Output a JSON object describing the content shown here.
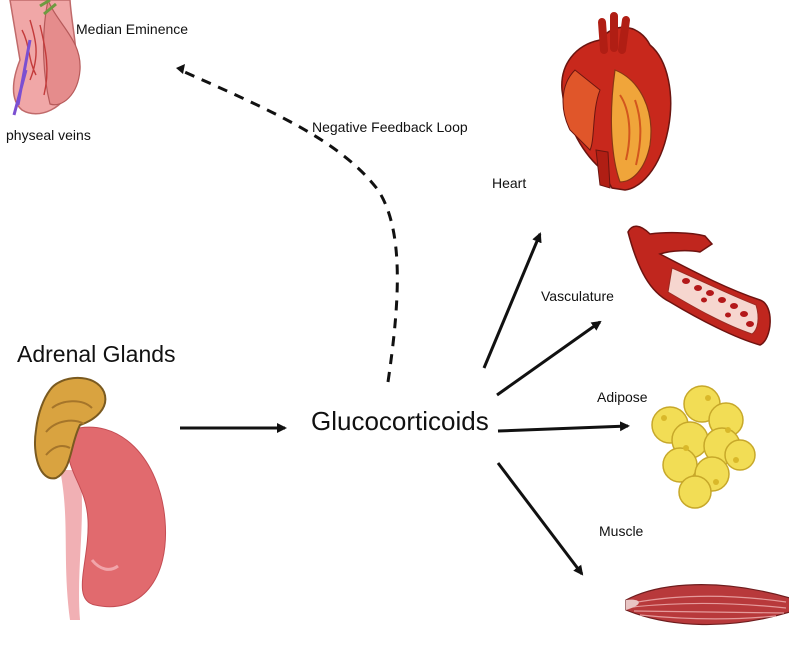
{
  "labels": {
    "median_eminence": "Median Eminence",
    "hypophyseal_veins": "physeal veins",
    "negative_feedback": "Negative Feedback Loop",
    "adrenal_glands": "Adrenal Glands",
    "glucocorticoids": "Glucocorticoids",
    "heart": "Heart",
    "vasculature": "Vasculature",
    "adipose": "Adipose",
    "muscle": "Muscle"
  },
  "colors": {
    "arrow": "#111111",
    "heart_red": "#c8281c",
    "heart_orange": "#f0a53a",
    "vessel_red": "#c0261e",
    "fat_yellow": "#f2dd55",
    "muscle_red": "#b8393b",
    "kidney_pink": "#e16a6e",
    "adrenal_gold": "#d9a340",
    "pituitary_pink": "#f0a7a7"
  },
  "icons": [
    "pituitary-icon",
    "heart-icon",
    "blood-vessel-icon",
    "adipose-cells-icon",
    "muscle-icon",
    "adrenal-kidney-icon"
  ]
}
